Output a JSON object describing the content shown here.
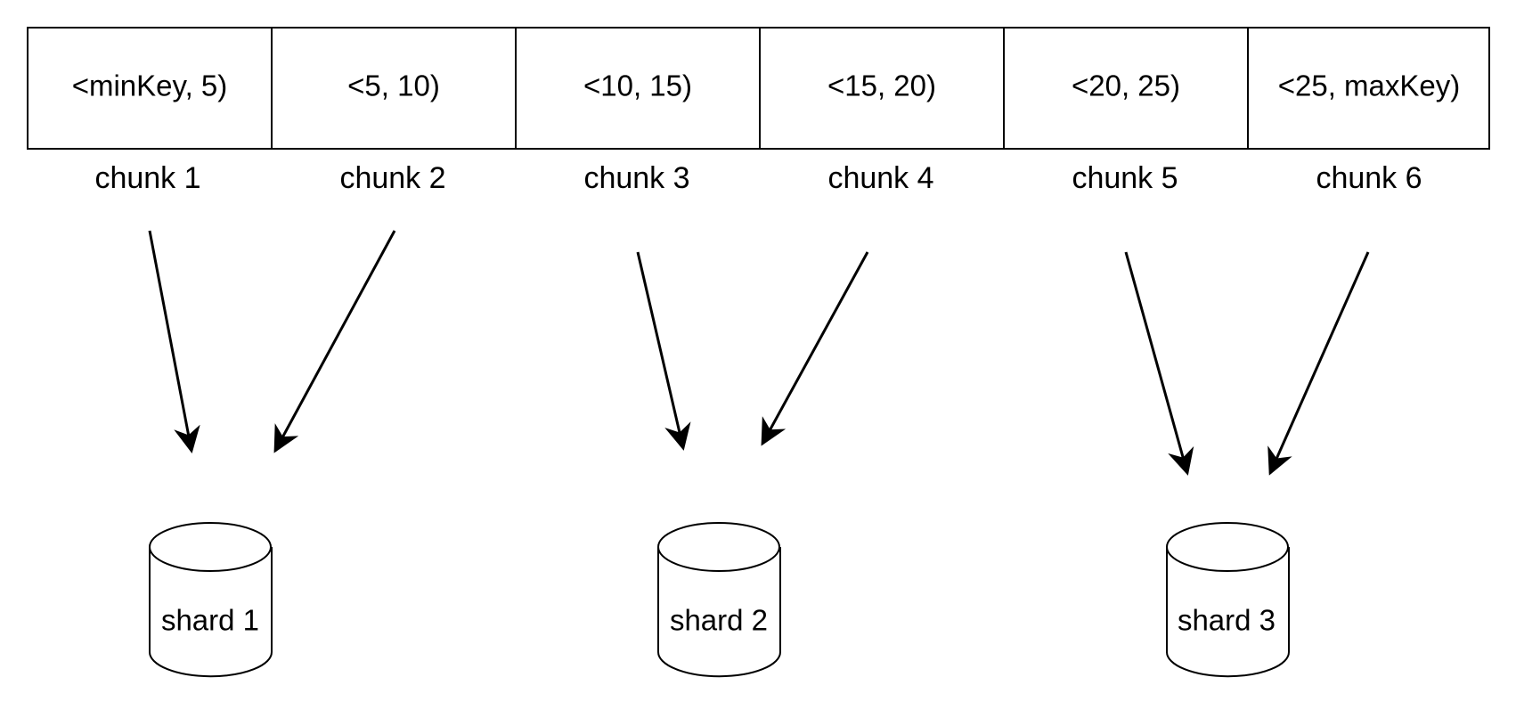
{
  "chunks": [
    {
      "range": "<minKey, 5)",
      "label": "chunk 1"
    },
    {
      "range": "<5, 10)",
      "label": "chunk 2"
    },
    {
      "range": "<10, 15)",
      "label": "chunk 3"
    },
    {
      "range": "<15, 20)",
      "label": "chunk 4"
    },
    {
      "range": "<20, 25)",
      "label": "chunk 5"
    },
    {
      "range": "<25, maxKey)",
      "label": "chunk 6"
    }
  ],
  "shards": [
    {
      "label": "shard 1"
    },
    {
      "label": "shard 2"
    },
    {
      "label": "shard 3"
    }
  ],
  "assignments": [
    {
      "chunk": "chunk 1",
      "shard": "shard 1"
    },
    {
      "chunk": "chunk 2",
      "shard": "shard 1"
    },
    {
      "chunk": "chunk 3",
      "shard": "shard 2"
    },
    {
      "chunk": "chunk 4",
      "shard": "shard 2"
    },
    {
      "chunk": "chunk 5",
      "shard": "shard 3"
    },
    {
      "chunk": "chunk 6",
      "shard": "shard 3"
    }
  ],
  "colors": {
    "stroke": "#000000",
    "background": "#ffffff"
  }
}
